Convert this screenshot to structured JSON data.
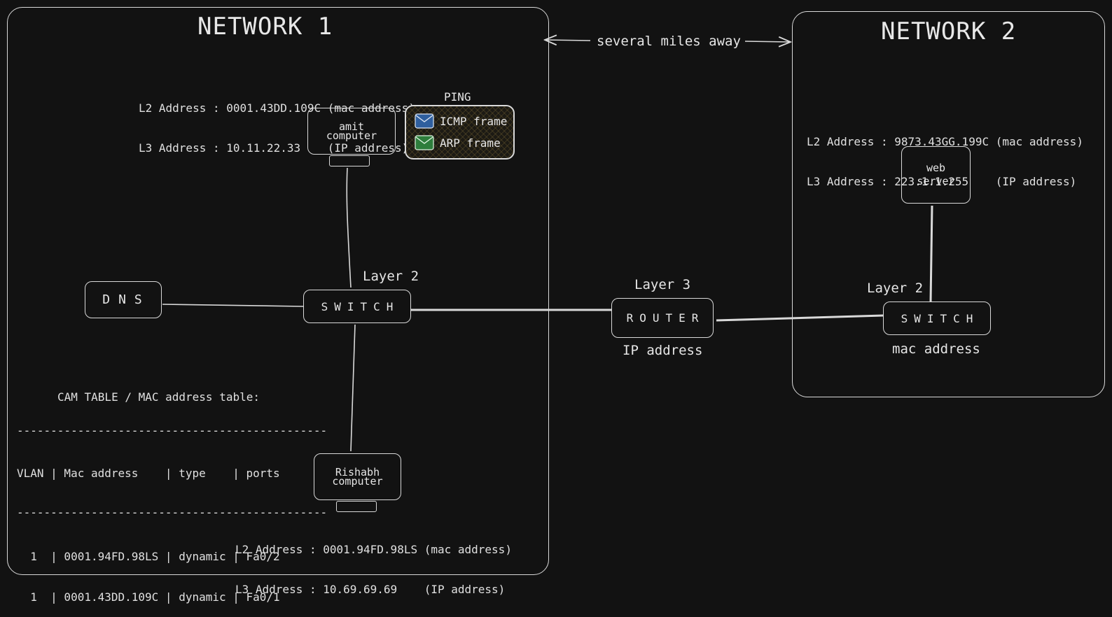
{
  "network1": {
    "title": "NETWORK 1"
  },
  "network2": {
    "title": "NETWORK 2"
  },
  "distance_label": "several miles away",
  "amit": {
    "label": "amit\ncomputer",
    "l2": "L2 Address : 0001.43DD.109C (mac address)",
    "l3": "L3 Address : 10.11.22.33    (IP address)"
  },
  "rishabh": {
    "label": "Rishabh\ncomputer",
    "l2": "L2 Address : 0001.94FD.98LS (mac address)",
    "l3": "L3 Address : 10.69.69.69    (IP address)"
  },
  "web_server": {
    "label": "web\nserver",
    "l2": "L2 Address : 9873.43GG.199C (mac address)",
    "l3": "L3 Address : 223.1.1.255    (IP address)"
  },
  "ping": {
    "title": "PING",
    "items": [
      {
        "label": "ICMP frame",
        "icon": "envelope-icon",
        "color": "#2f5f9e"
      },
      {
        "label": "ARP frame",
        "icon": "envelope-icon",
        "color": "#2e7d3c"
      }
    ]
  },
  "dns": {
    "label": "DNS"
  },
  "switch1": {
    "label": "SWITCH",
    "layer": "Layer 2"
  },
  "router": {
    "label": "ROUTER",
    "layer": "Layer 3",
    "caption": "IP address"
  },
  "switch2": {
    "label": "SWITCH",
    "layer": "Layer 2",
    "caption": "mac address"
  },
  "cam_table": {
    "title": "CAM TABLE / MAC address table:",
    "rule": "----------------------------------------------",
    "header": "VLAN | Mac address    | type    | ports",
    "rows": [
      "  1  | 0001.94FD.98LS | dynamic | Fa0/2",
      "  1  | 0001.43DD.109C | dynamic | Fa0/1"
    ]
  }
}
